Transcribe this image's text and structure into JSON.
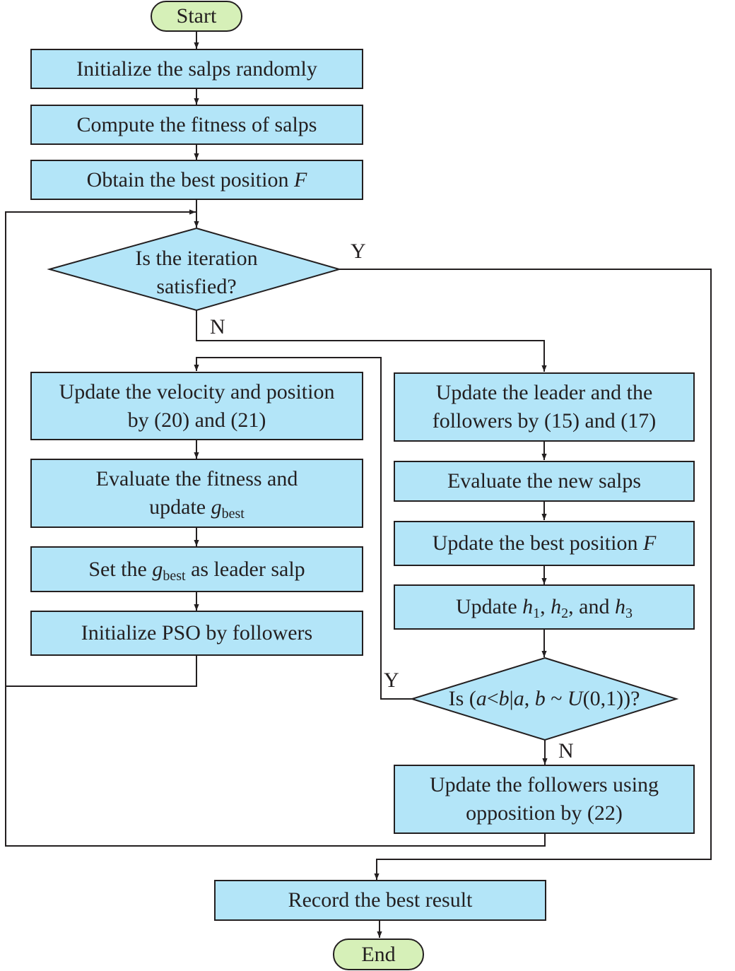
{
  "colors": {
    "process_fill": "#b3e5f8",
    "terminal_fill": "#d6f0b8",
    "line": "#231f20"
  },
  "terminals": {
    "start": "Start",
    "end": "End"
  },
  "steps": {
    "init_salps": "Initialize the salps randomly",
    "compute_fitness": "Compute the fitness of salps",
    "obtain_best": {
      "text": "Obtain the best position ",
      "var": "F"
    },
    "update_velocity": {
      "line1": "Update the velocity and position",
      "line2": "by (20) and (21)"
    },
    "evaluate_update": {
      "line1": "Evaluate the fitness and",
      "line2_pre": "update ",
      "var": "g",
      "sub": "best"
    },
    "set_gbest": {
      "pre": "Set the ",
      "var": "g",
      "sub": "best",
      "post": " as leader salp"
    },
    "init_pso": "Initialize PSO by followers",
    "update_leader": {
      "line1": "Update the leader and the",
      "line2": "followers by (15) and (17)"
    },
    "evaluate_new": "Evaluate the new salps",
    "update_best": {
      "text": "Update the best position ",
      "var": "F"
    },
    "update_h": {
      "pre": "Update ",
      "h": "h",
      "s1": "1",
      "s2": "2",
      "s3": "3",
      "sep1": ", ",
      "sep2": ", and "
    },
    "update_followers": {
      "line1": "Update the followers using",
      "line2": "opposition by (22)"
    },
    "record": "Record the best result"
  },
  "decisions": {
    "iteration": {
      "line1": "Is the iteration",
      "line2": "satisfied?"
    },
    "random": {
      "pre": "Is (",
      "a": "a",
      "lt": "<",
      "b": "b",
      "bar": "|",
      "a2": "a",
      "comma": ", ",
      "b2": "b",
      "tilde": " ~ ",
      "U": "U",
      "post": "(0,1))?"
    }
  },
  "branch_labels": {
    "iter_yes": "Y",
    "iter_no": "N",
    "rand_yes": "Y",
    "rand_no": "N"
  }
}
